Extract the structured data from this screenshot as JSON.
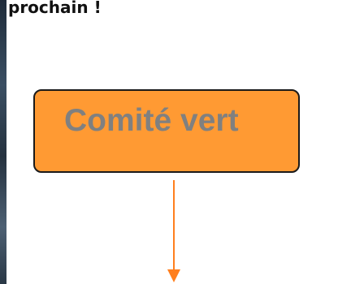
{
  "heading": {
    "text": "prochain !"
  },
  "diagram": {
    "node": {
      "label": "Comité vert",
      "fill_color": "#FF9A33",
      "border_color": "#1A1A1A",
      "text_color": "#808080"
    },
    "connector": {
      "color": "#FF7F1E",
      "direction": "down"
    }
  }
}
